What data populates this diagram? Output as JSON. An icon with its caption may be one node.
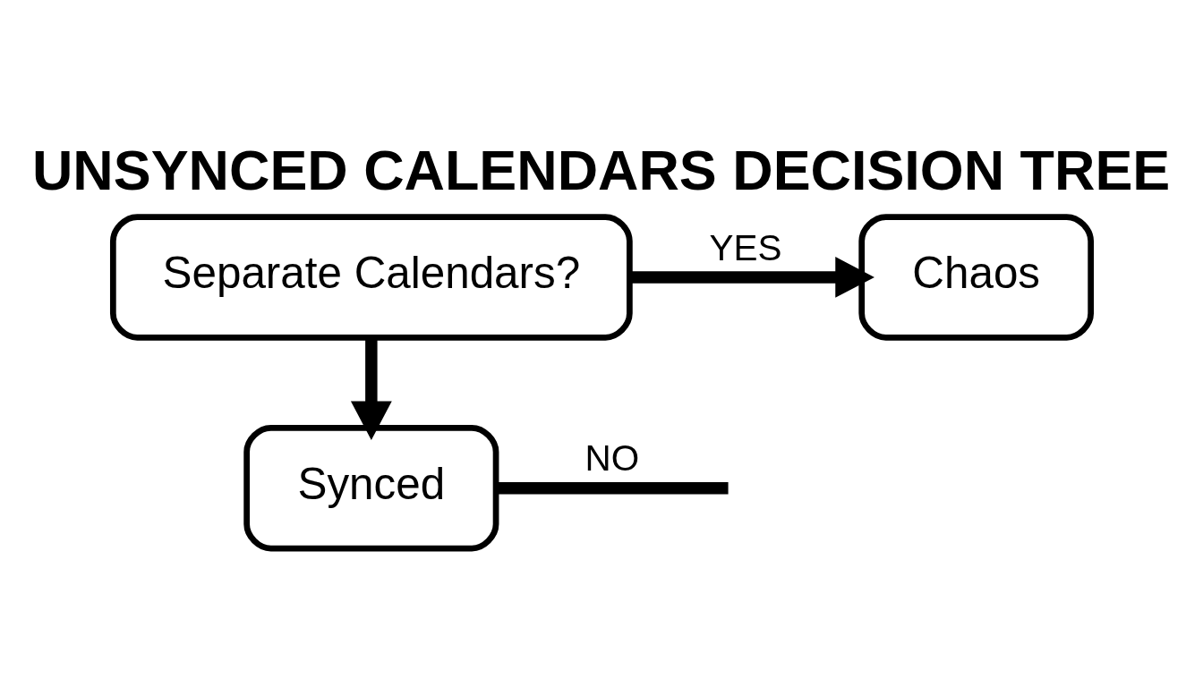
{
  "diagram": {
    "title": "UNSYNCED CALENDARS DECISION TREE",
    "nodes": [
      {
        "text": [
          "Separate Calendars?"
        ]
      },
      {
        "text": [
          "Chaos"
        ]
      },
      {
        "text": [
          "Synced"
        ]
      }
    ],
    "edges": [
      {
        "from": 0,
        "to": 1,
        "arrow": "to",
        "label": "YES"
      },
      {
        "from": 0,
        "to": 2,
        "arrow": "to"
      },
      {
        "from": 2,
        "to": null,
        "arrow": "none",
        "label": "NO"
      }
    ]
  }
}
